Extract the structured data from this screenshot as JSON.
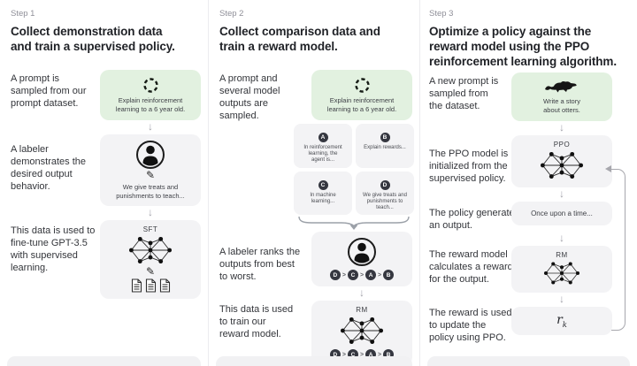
{
  "colors": {
    "green_box": "#e2f1e0",
    "gray_box": "#f3f3f5",
    "badge_dark": "#353740",
    "step_label": "#8f8f98",
    "heading_text": "#1f2126",
    "body_text": "#33353a",
    "arrow_gray": "#a7a7ad"
  },
  "rank_separator": ">",
  "columns": [
    {
      "step": "Step 1",
      "heading": "Collect demonstration data\nand train a supervised policy.",
      "flow": [
        {
          "type": "green",
          "icon": "cycle-icon",
          "caption": "Explain reinforcement\nlearning to a 6 year old.",
          "text": "A prompt is\nsampled from our\nprompt dataset."
        },
        {
          "type": "arrow",
          "glyph": "↓"
        },
        {
          "type": "labeler",
          "icon": "person-icon",
          "extras": [
            "pencil-icon"
          ],
          "caption": "We give treats and\npunishments to teach...",
          "text": "A labeler\ndemonstrates the\ndesired output\nbehavior."
        },
        {
          "type": "arrow",
          "glyph": "↓"
        },
        {
          "type": "model",
          "icon": "network-icon",
          "label": "SFT",
          "extras": [
            "pencil-icon",
            "documents-icon"
          ],
          "doc_count": 3,
          "text": "This data is used to\nfine-tune GPT-3.5\nwith supervised\nlearning."
        }
      ]
    },
    {
      "step": "Step 2",
      "heading": "Collect comparison data and\ntrain a reward model.",
      "flow": [
        {
          "type": "green",
          "icon": "cycle-icon",
          "caption": "Explain reinforcement\nlearning to a 6 year old.",
          "text": "A prompt and\nseveral model\noutputs are\nsampled."
        },
        {
          "type": "cards",
          "cards": [
            {
              "badge": "A",
              "caption": "In reinforcement\nlearning, the\nagent is..."
            },
            {
              "badge": "B",
              "caption": "Explain rewards..."
            },
            {
              "badge": "C",
              "caption": "In machine\nlearning..."
            },
            {
              "badge": "D",
              "caption": "We give treats and\npunishments to\nteach..."
            }
          ]
        },
        {
          "type": "brace"
        },
        {
          "type": "labeler",
          "icon": "person-icon",
          "ranking": [
            "D",
            "C",
            "A",
            "B"
          ],
          "text": "A labeler ranks the\noutputs from best\nto worst."
        },
        {
          "type": "arrow",
          "glyph": "↓"
        },
        {
          "type": "model",
          "icon": "network-icon",
          "label": "RM",
          "ranking": [
            "D",
            "C",
            "A",
            "B"
          ],
          "text": "This data is used\nto train our\nreward model."
        }
      ]
    },
    {
      "step": "Step 3",
      "heading": "Optimize a policy against the\nreward model using the PPO\nreinforcement learning algorithm.",
      "flow": [
        {
          "type": "green",
          "icon": "otter-icon",
          "caption": "Write a story\nabout otters.",
          "text": "A new prompt is\nsampled from\nthe dataset."
        },
        {
          "type": "arrow",
          "glyph": "↓"
        },
        {
          "type": "model",
          "icon": "network-icon",
          "label": "PPO",
          "text": "The PPO model is\ninitialized from the\nsupervised policy."
        },
        {
          "type": "arrow",
          "glyph": "↓"
        },
        {
          "type": "output",
          "caption": "Once upon a time...",
          "text": "The policy generates\nan output."
        },
        {
          "type": "arrow",
          "glyph": "↓"
        },
        {
          "type": "model",
          "icon": "network-icon",
          "label": "RM",
          "small": true,
          "text": "The reward model\ncalculates a reward\nfor the output."
        },
        {
          "type": "arrow",
          "glyph": "↓"
        },
        {
          "type": "reward",
          "formula": {
            "base": "r",
            "sub": "k"
          },
          "text": "The reward is used\nto update the\npolicy using PPO."
        }
      ]
    }
  ]
}
